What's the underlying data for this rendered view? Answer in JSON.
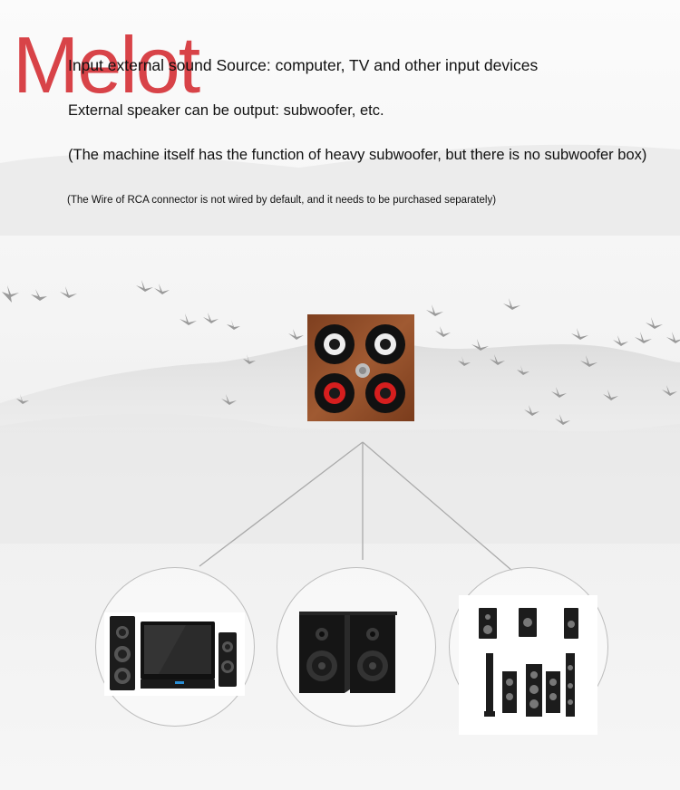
{
  "brand": {
    "name": "Melot",
    "color": "#d73a3f"
  },
  "text": {
    "line1": "Input external sound Source: computer, TV and other input devices",
    "line2": "External speaker can be output: subwoofer, etc.",
    "line3": "(The machine itself has the function of heavy subwoofer, but there is no subwoofer box)",
    "line4": "(The Wire of RCA connector is not wired by default, and it needs to be purchased separately)"
  },
  "rca_panel": {
    "icon": "rca-jacks-icon",
    "jacks": [
      "white",
      "white",
      "red",
      "red"
    ],
    "colors": {
      "wood": "#8a4a28",
      "white_ring": "#eeeeee",
      "red_ring": "#d61e1e"
    }
  },
  "outputs": [
    {
      "icon": "home-theater-tv-icon"
    },
    {
      "icon": "bookshelf-speakers-icon"
    },
    {
      "icon": "speaker-set-icon"
    }
  ]
}
